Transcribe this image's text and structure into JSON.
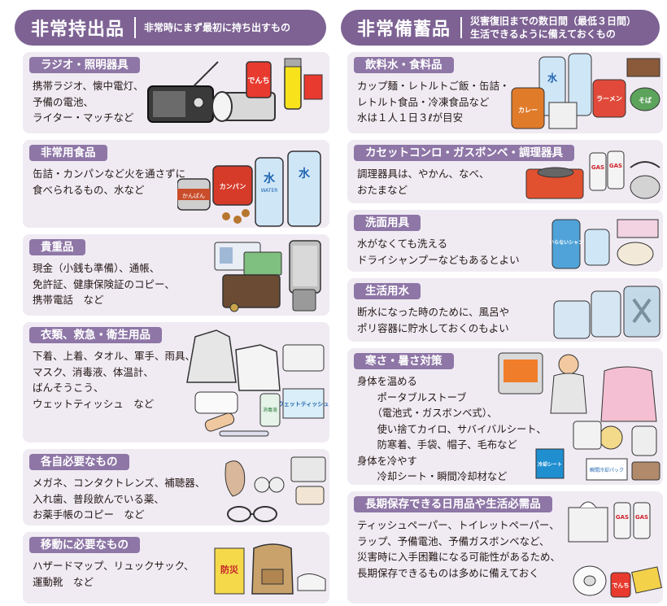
{
  "left": {
    "title": "非常持出品",
    "subtitle": "非常時にまず最初に持ち出すもの",
    "sections": [
      {
        "heading": "ラジオ・照明器具",
        "text": "携帯ラジオ、懐中電灯、\n予備の電池、\nライター・マッチなど"
      },
      {
        "heading": "非常用食品",
        "text": "缶詰・カンパンなど火を通さずに\n食べられるもの、水など"
      },
      {
        "heading": "貴重品",
        "text": "現金（小銭も準備）、通帳、\n免許証、健康保険証のコピー、\n携帯電話　など"
      },
      {
        "heading": "衣類、救急・衛生用品",
        "text": "下着、上着、タオル、軍手、雨具、\nマスク、消毒液、体温計、\nばんそうこう、\nウェットティッシュ　など"
      },
      {
        "heading": "各自必要なもの",
        "text": "メガネ、コンタクトレンズ、補聴器、\n入れ歯、普段飲んでいる薬、\nお薬手帳のコピー　など"
      },
      {
        "heading": "移動に必要なもの",
        "text": "ハザードマップ、リュックサック、\n運動靴　など"
      }
    ]
  },
  "right": {
    "title": "非常備蓄品",
    "subtitle_line1": "災害復旧までの数日間（最低３日間）",
    "subtitle_line2": "生活できるように備えておくもの",
    "sections": [
      {
        "heading": "飲料水・食料品",
        "text": "カップ麺・レトルトご飯・缶詰・\nレトルト食品・冷凍食品など\n水は１人１日３ℓが目安"
      },
      {
        "heading": "カセットコンロ・ガスボンベ・調理器具",
        "text": "調理器具は、やかん、なべ、\nおたまなど"
      },
      {
        "heading": "洗面用具",
        "text": "水がなくても洗える\nドライシャンプーなどもあるとよい"
      },
      {
        "heading": "生活用水",
        "text": "断水になった時のために、風呂や\nポリ容器に貯水しておくのもよい"
      },
      {
        "heading": "寒さ・暑さ対策",
        "text": "身体を温める\n　　ポータブルストーブ\n　　（電池式・ガスボンベ式）、\n　　使い捨てカイロ、サバイバルシート、\n　　防寒着、手袋、帽子、毛布など\n身体を冷やす\n　　冷却シート・瞬間冷却材など"
      },
      {
        "heading": "長期保存できる日用品や生活必需品",
        "text": "ティッシュペーパー、トイレットペーパー、\nラップ、予備電池、予備ガスボンベなど、\n災害時に入手困難になる可能性があるため、\n長期保存できるものは多めに備えておく"
      }
    ]
  },
  "labels": {
    "battery": "でんち",
    "water": "水",
    "water_en": "WATER",
    "kanpan": "カンパン",
    "kanpan2": "かんぱん",
    "gas": "GAS",
    "ramen": "ラーメン",
    "soba": "そば",
    "curry": "カレー",
    "shampoo": "水のいらないシャンプー",
    "wet_tissue": "ウェットティッシュ",
    "disinfectant": "消毒液",
    "hazard_map": "防災",
    "cooling": "冷却シート",
    "pack": "瞬間冷却パック"
  },
  "colors": {
    "header": "#7d6293",
    "section_head": "#8e76a6",
    "panel_bg": "#f0ebf3"
  }
}
